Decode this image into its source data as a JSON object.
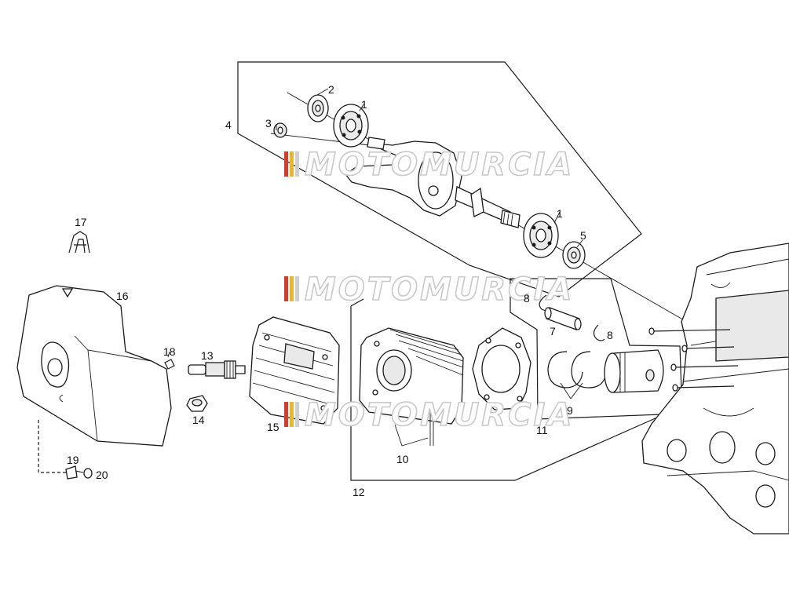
{
  "watermark": {
    "text": "MOTOMURCIA",
    "stripe_colors": [
      "#d33c2e",
      "#e8b72a",
      "#cfcfcf"
    ]
  },
  "callouts": [
    {
      "id": "c1a",
      "label": "1"
    },
    {
      "id": "c1b",
      "label": "1"
    },
    {
      "id": "c2",
      "label": "2"
    },
    {
      "id": "c3",
      "label": "3"
    },
    {
      "id": "c4",
      "label": "4"
    },
    {
      "id": "c5",
      "label": "5"
    },
    {
      "id": "c7",
      "label": "7"
    },
    {
      "id": "c8a",
      "label": "8"
    },
    {
      "id": "c8b",
      "label": "8"
    },
    {
      "id": "c9",
      "label": "9"
    },
    {
      "id": "c10",
      "label": "10"
    },
    {
      "id": "c11",
      "label": "11"
    },
    {
      "id": "c12",
      "label": "12"
    },
    {
      "id": "c13",
      "label": "13"
    },
    {
      "id": "c14",
      "label": "14"
    },
    {
      "id": "c15",
      "label": "15"
    },
    {
      "id": "c16",
      "label": "16"
    },
    {
      "id": "c17",
      "label": "17"
    },
    {
      "id": "c18",
      "label": "18"
    },
    {
      "id": "c19",
      "label": "19"
    },
    {
      "id": "c20",
      "label": "20"
    }
  ]
}
